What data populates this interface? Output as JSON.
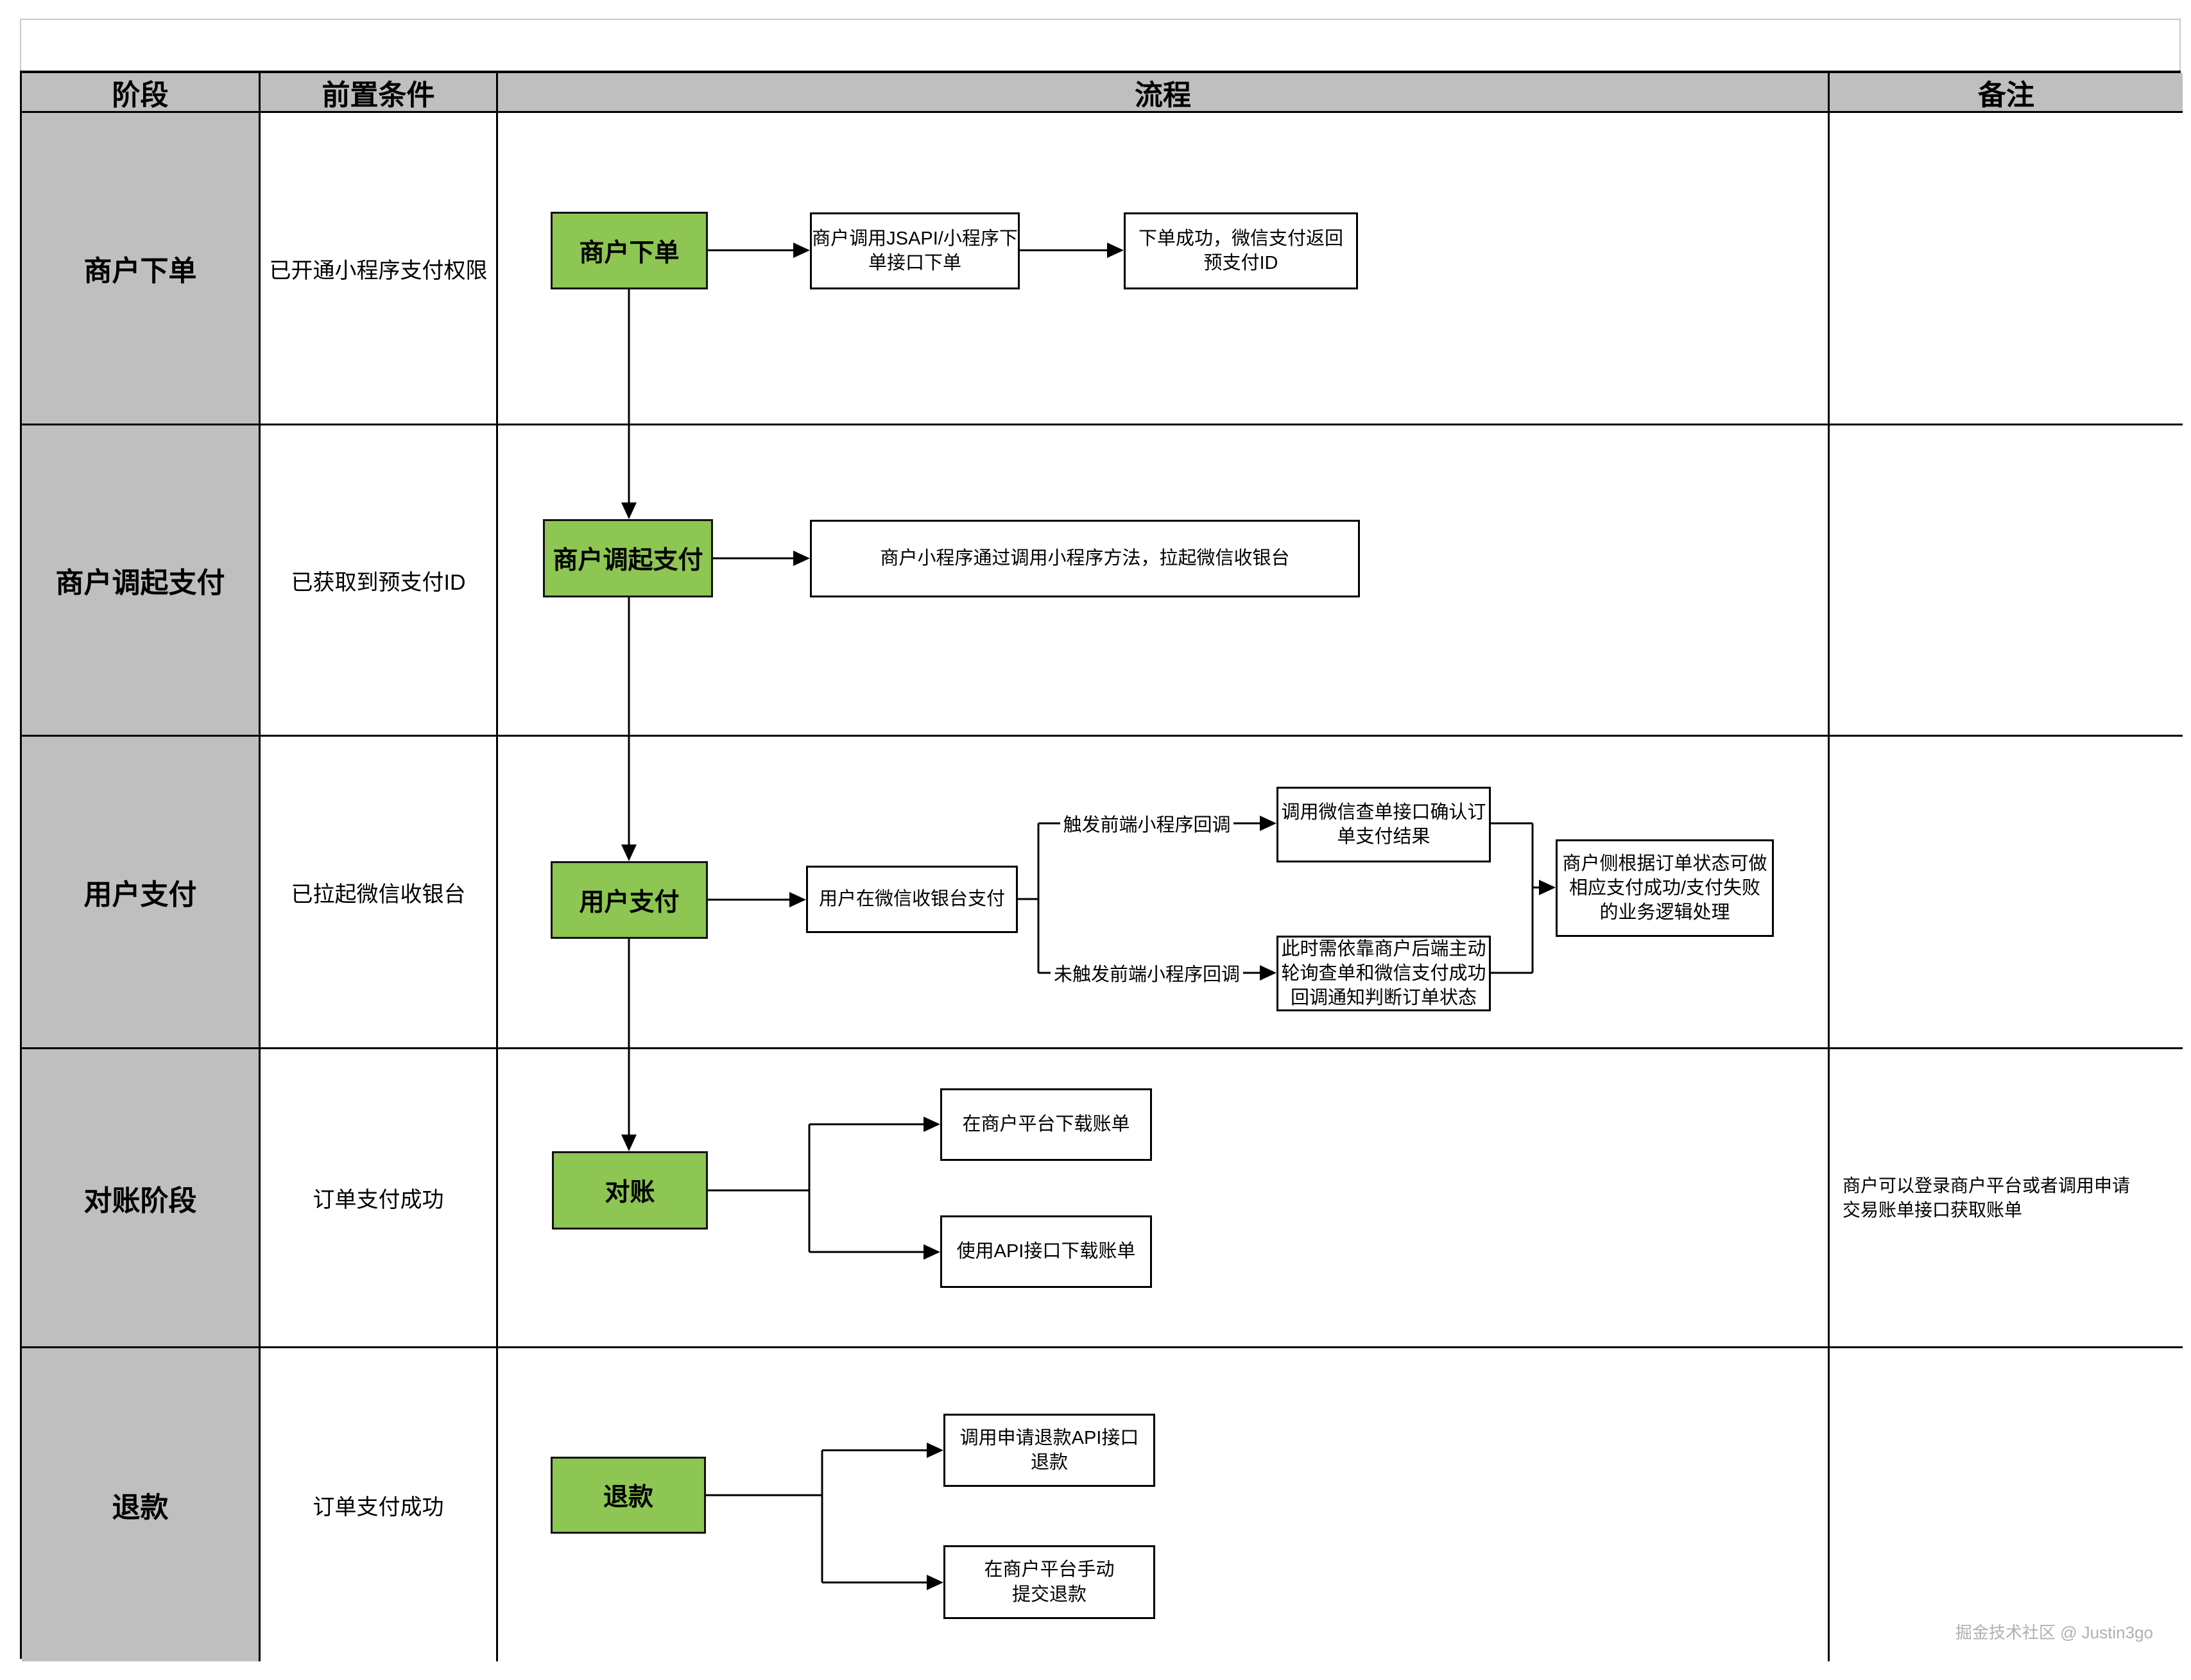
{
  "header": {
    "stage": "阶段",
    "precondition": "前置条件",
    "process": "流程",
    "notes": "备注"
  },
  "stages": [
    {
      "label": "商户下单",
      "precondition": "已开通小程序支付权限",
      "note": ""
    },
    {
      "label": "商户调起支付",
      "precondition": "已获取到预支付ID",
      "note": ""
    },
    {
      "label": "用户支付",
      "precondition": "已拉起微信收银台",
      "note": ""
    },
    {
      "label": "对账阶段",
      "precondition": "订单支付成功",
      "note": "商户可以登录商户平台或者调用申请\n交易账单接口获取账单"
    },
    {
      "label": "退款",
      "precondition": "订单支付成功",
      "note": ""
    }
  ],
  "flow": {
    "row1": {
      "start": "商户下单",
      "step1": "商户调用JSAPI/小程序下\n单接口下单",
      "step2": "下单成功，微信支付返回\n预支付ID"
    },
    "row2": {
      "start": "商户调起支付",
      "step1": "商户小程序通过调用小程序方法，拉起微信收银台"
    },
    "row3": {
      "start": "用户支付",
      "step1": "用户在微信收银台支付",
      "branch_top_label": "触发前端小程序回调",
      "branch_top_box": "调用微信查单接口确认订\n单支付结果",
      "branch_bottom_label": "未触发前端小程序回调",
      "branch_bottom_box": "此时需依靠商户后端主动\n轮询查单和微信支付成功\n回调通知判断订单状态",
      "merge_box": "商户侧根据订单状态可做\n相应支付成功/支付失败\n的业务逻辑处理"
    },
    "row4": {
      "start": "对账",
      "option1": "在商户平台下载账单",
      "option2": "使用API接口下载账单"
    },
    "row5": {
      "start": "退款",
      "option1": "调用申请退款API接口\n退款",
      "option2": "在商户平台手动\n提交退款"
    }
  },
  "watermark": "掘金技术社区 @ Justin3go",
  "colors": {
    "node_green": "#8dc652",
    "cell_gray": "#bfbfbf",
    "line_black": "#000000",
    "watermark_gray": "#b0b0b0"
  }
}
